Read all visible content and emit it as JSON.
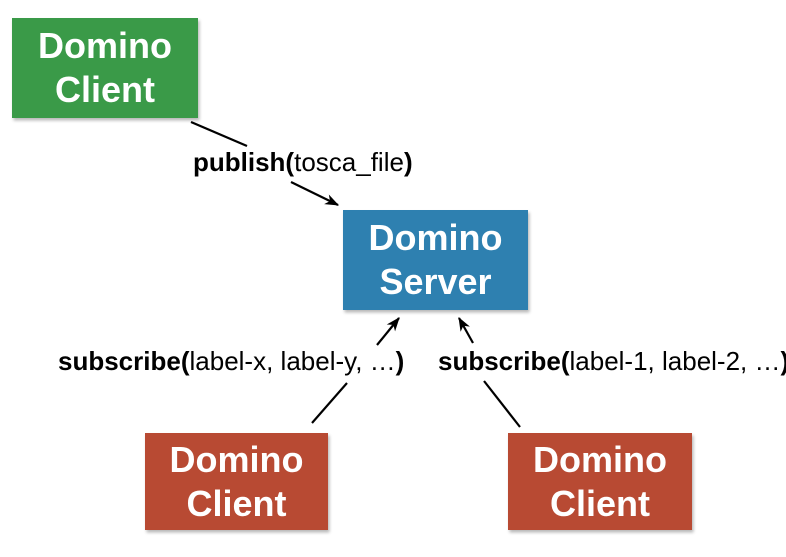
{
  "diagram": {
    "background": "#ffffff",
    "arrow_color": "#000000",
    "nodes": {
      "client_top": {
        "line1": "Domino",
        "line2": "Client",
        "color": "#3a9a48",
        "text_color": "#ffffff"
      },
      "server": {
        "line1": "Domino",
        "line2": "Server",
        "color": "#2e80b0",
        "text_color": "#ffffff"
      },
      "client_bottom_left": {
        "line1": "Domino",
        "line2": "Client",
        "color": "#b84a33",
        "text_color": "#ffffff"
      },
      "client_bottom_right": {
        "line1": "Domino",
        "line2": "Client",
        "color": "#b84a33",
        "text_color": "#ffffff"
      }
    },
    "edges": {
      "publish": {
        "bold_prefix": "publish(",
        "args": "tosca_file",
        "bold_suffix": ")",
        "from": "client_top",
        "to": "server"
      },
      "subscribe_left": {
        "bold_prefix": "subscribe(",
        "args": "label-x, label-y, …",
        "bold_suffix": ")",
        "from": "client_bottom_left",
        "to": "server"
      },
      "subscribe_right": {
        "bold_prefix": "subscribe(",
        "args": "label-1, label-2, …",
        "bold_suffix": ")",
        "from": "client_bottom_right",
        "to": "server"
      }
    }
  }
}
